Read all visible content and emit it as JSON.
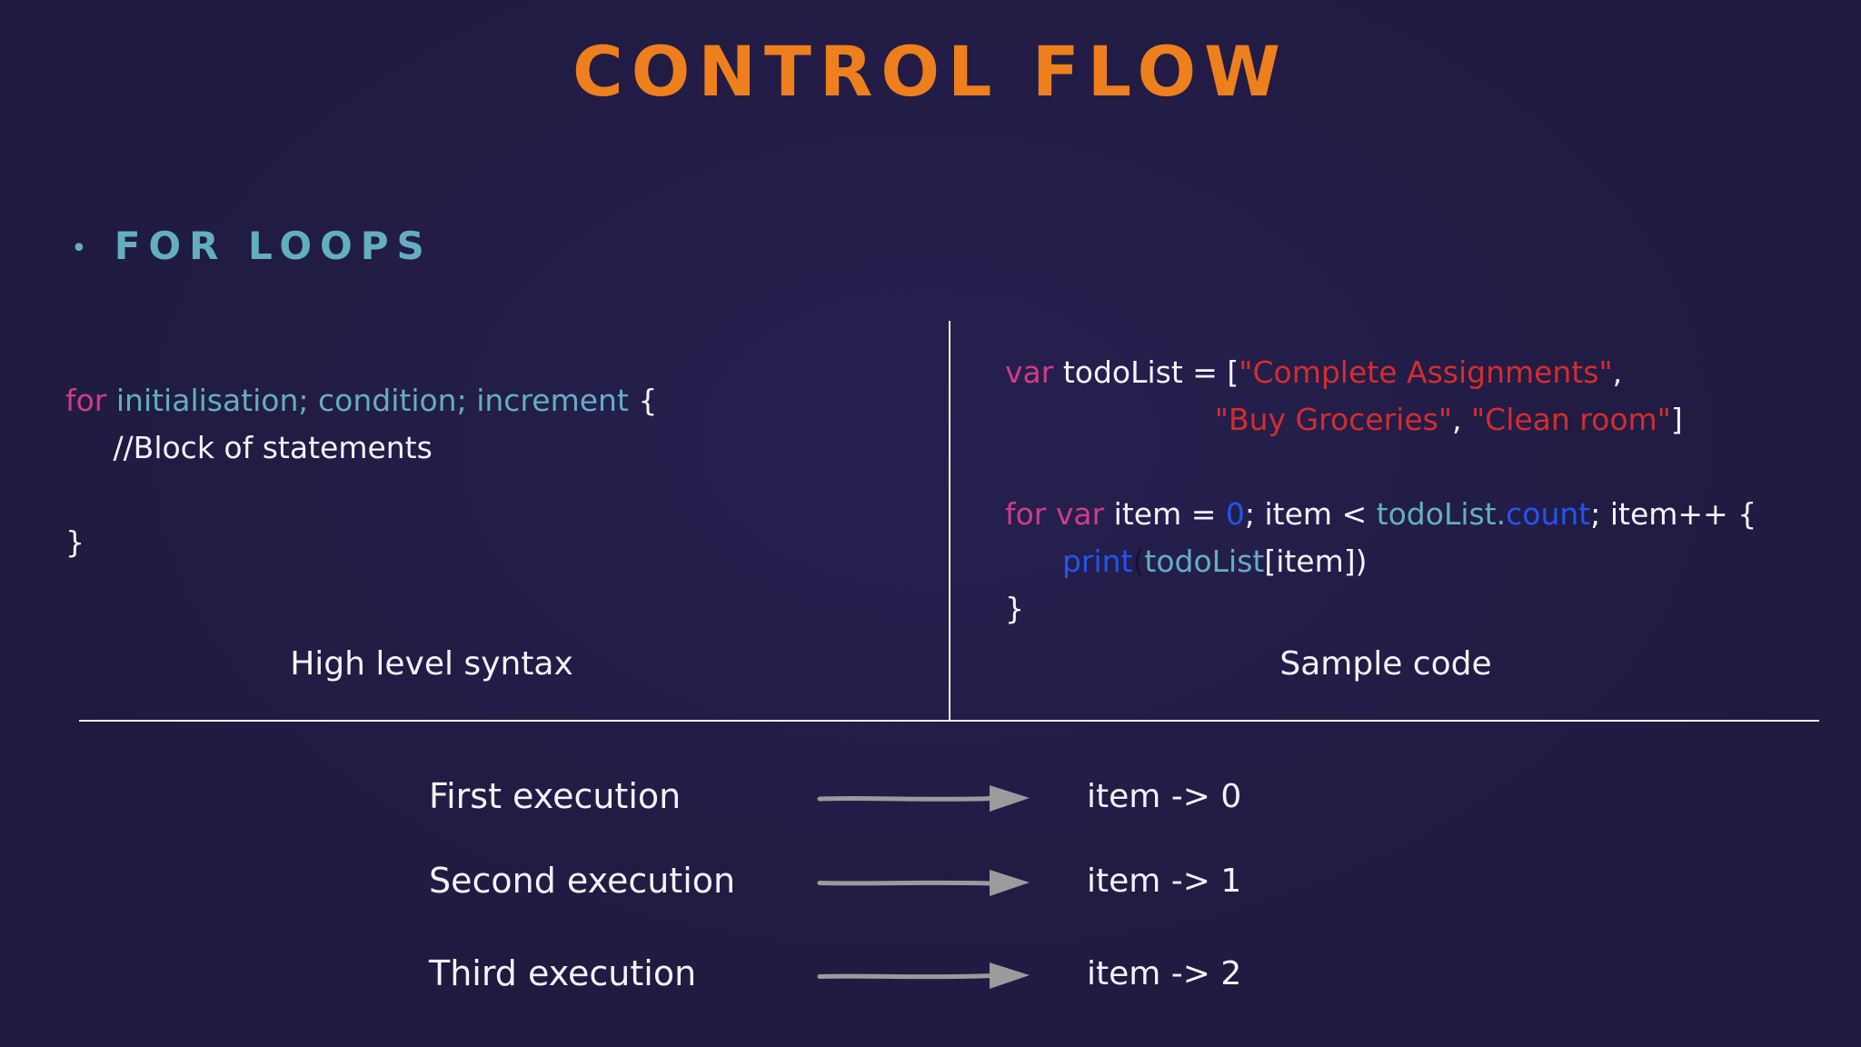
{
  "colors": {
    "background": "#1f1a3f",
    "background_light": "#262050",
    "title": "#ee7f1d",
    "heading": "#64aec2",
    "keyword": "#cf3c85",
    "ident": "#64aec2",
    "plain": "#f4f2f7",
    "string": "#d42d2d",
    "accent": "#2255ee",
    "paren": "#15102e",
    "arrow": "#9b9b9b",
    "divider": "#f4f2f7"
  },
  "title": "CONTROL FLOW",
  "section": {
    "bullet": "•",
    "heading": "FOR LOOPS"
  },
  "left_panel": {
    "label": "High level syntax",
    "code": [
      [
        {
          "t": "for",
          "c": "keyword"
        },
        {
          "t": " initialisation; condition; increment ",
          "c": "ident"
        },
        {
          "t": "{",
          "c": "plain"
        }
      ],
      [
        {
          "t": "     //Block of statements",
          "c": "plain"
        }
      ],
      [],
      [
        {
          "t": "}",
          "c": "plain"
        }
      ]
    ]
  },
  "right_panel": {
    "label": "Sample code",
    "code": [
      [
        {
          "t": "var",
          "c": "keyword"
        },
        {
          "t": " todoList = [",
          "c": "plain"
        },
        {
          "t": "\"Complete Assignments\"",
          "c": "string"
        },
        {
          "t": ",",
          "c": "plain"
        }
      ],
      [
        {
          "t": "                      ",
          "c": "plain"
        },
        {
          "t": "\"Buy Groceries\"",
          "c": "string"
        },
        {
          "t": ", ",
          "c": "plain"
        },
        {
          "t": "\"Clean room\"",
          "c": "string"
        },
        {
          "t": "]",
          "c": "plain"
        }
      ],
      [],
      [
        {
          "t": "for var",
          "c": "keyword"
        },
        {
          "t": " item = ",
          "c": "plain"
        },
        {
          "t": "0",
          "c": "accent"
        },
        {
          "t": "; item < ",
          "c": "plain"
        },
        {
          "t": "todoList.",
          "c": "ident"
        },
        {
          "t": "count",
          "c": "accent"
        },
        {
          "t": "; item++ {",
          "c": "plain"
        }
      ],
      [
        {
          "t": "      ",
          "c": "plain"
        },
        {
          "t": "print",
          "c": "accent"
        },
        {
          "t": "(",
          "c": "paren"
        },
        {
          "t": "todoList",
          "c": "ident"
        },
        {
          "t": "[item])",
          "c": "plain"
        }
      ],
      [
        {
          "t": "}",
          "c": "plain"
        }
      ]
    ]
  },
  "executions": [
    {
      "label": "First execution",
      "value": "item -> 0"
    },
    {
      "label": "Second execution",
      "value": "item -> 1"
    },
    {
      "label": "Third execution",
      "value": "item -> 2"
    }
  ]
}
